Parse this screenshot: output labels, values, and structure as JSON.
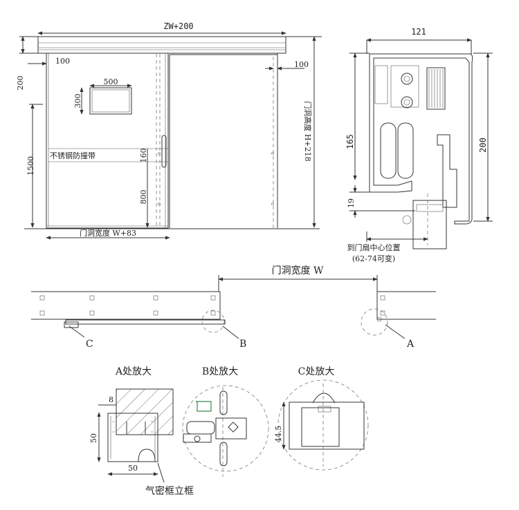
{
  "elevation": {
    "overall_width": "ZW+200",
    "header_height": "200",
    "left_offset": "100",
    "right_offset": "100",
    "window_width": "500",
    "window_height": "300",
    "handle_height": "1500",
    "band_label": "不锈钢防撞带",
    "band_height": "160",
    "band_elevation": "800",
    "bottom_width": "门洞宽度 W+83",
    "right_height": "门洞高度 H+218"
  },
  "section": {
    "width": "121",
    "height_left": "165",
    "height_right": "200",
    "offset": "19",
    "note_line1": "到门扇中心位置",
    "note_line2": "(62-74可变)"
  },
  "plan": {
    "opening_width": "门洞宽度 W",
    "marker_a": "A",
    "marker_b": "B",
    "marker_c": "C"
  },
  "details": {
    "a_title": "A处放大",
    "b_title": "B处放大",
    "c_title": "C处放大",
    "a_dim_8": "8",
    "a_dim_50_v": "50",
    "a_dim_50_h": "50",
    "a_label": "气密框立框",
    "c_dim": "44.5"
  }
}
